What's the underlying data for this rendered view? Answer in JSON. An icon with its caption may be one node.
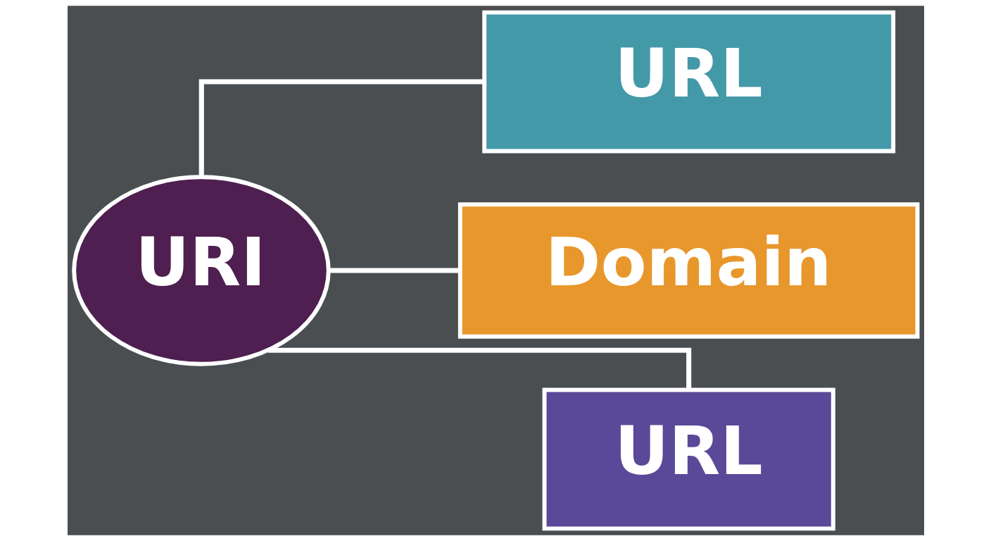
{
  "diagram": {
    "nodes": [
      {
        "text": [
          "URL"
        ]
      },
      {
        "text": [
          "URI"
        ]
      },
      {
        "text": [
          "Domain"
        ]
      },
      {
        "text": [
          "URL"
        ]
      }
    ],
    "edges": [
      {
        "from": 1,
        "to": 0,
        "arrow": "none"
      },
      {
        "from": 1,
        "to": 2,
        "arrow": "none"
      },
      {
        "from": 1,
        "to": 3,
        "arrow": "none"
      }
    ]
  }
}
